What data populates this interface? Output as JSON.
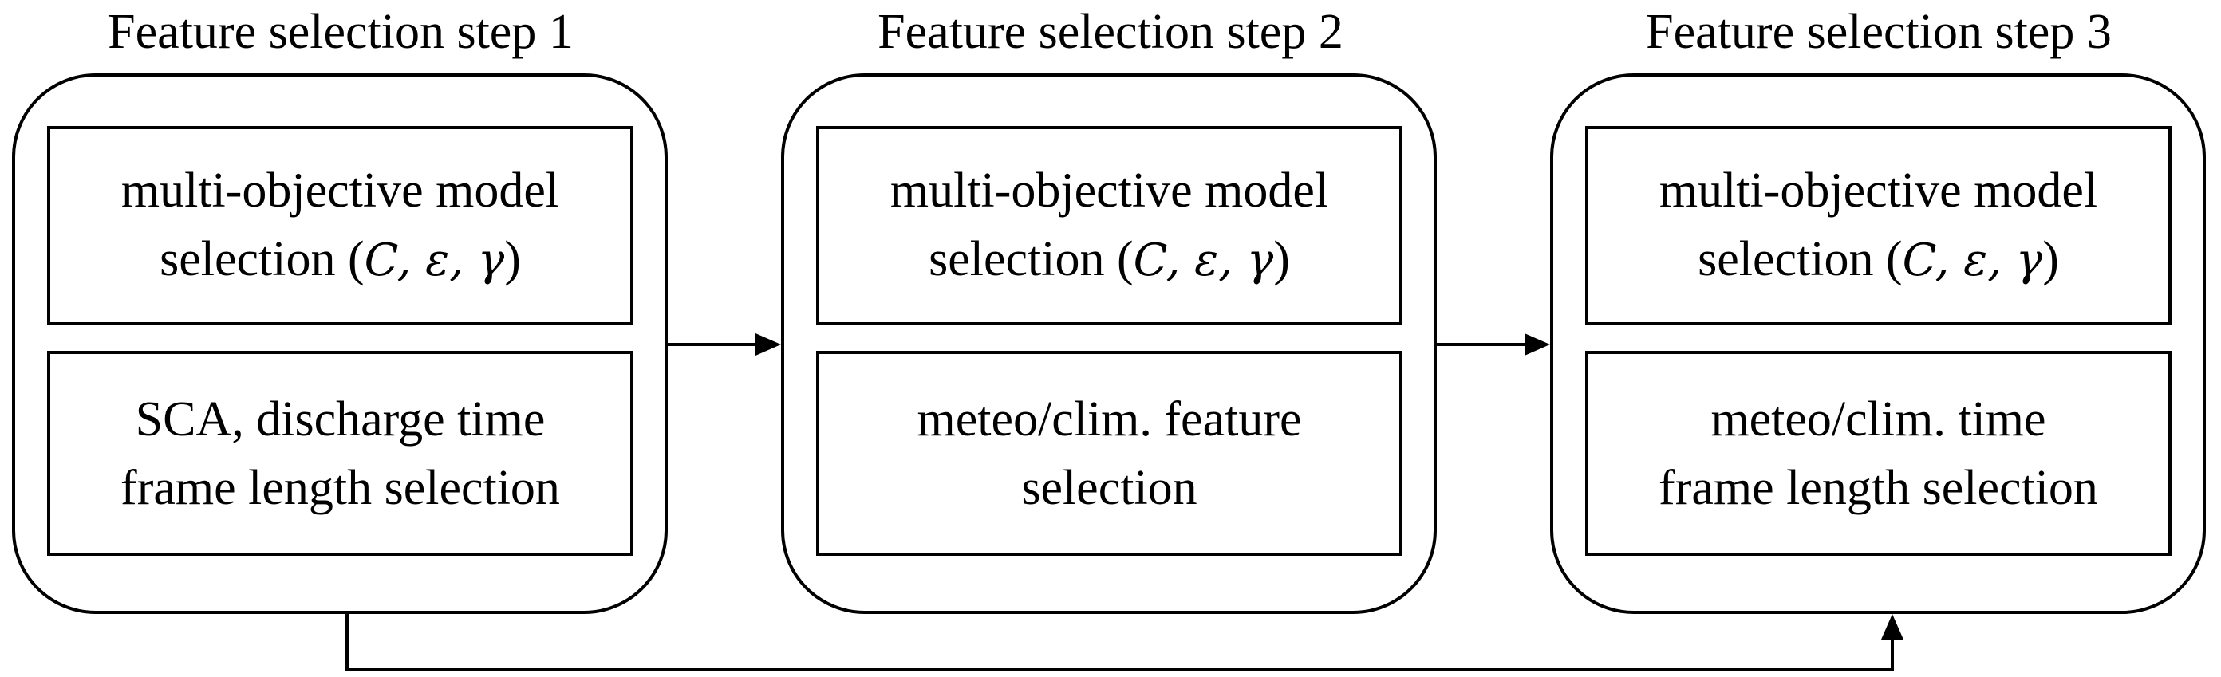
{
  "steps": [
    {
      "title": "Feature selection step 1",
      "top_box": {
        "line1": "multi-objective model",
        "line2_prefix": "selection (",
        "params": "C, ε, γ",
        "line2_suffix": ")"
      },
      "bottom_box": {
        "line1": "SCA, discharge time",
        "line2": "frame length selection"
      }
    },
    {
      "title": "Feature selection step 2",
      "top_box": {
        "line1": "multi-objective model",
        "line2_prefix": "selection (",
        "params": "C, ε, γ",
        "line2_suffix": ")"
      },
      "bottom_box": {
        "line1": "meteo/clim. feature",
        "line2": "selection"
      }
    },
    {
      "title": "Feature selection step 3",
      "top_box": {
        "line1": "multi-objective model",
        "line2_prefix": "selection (",
        "params": "C, ε, γ",
        "line2_suffix": ")"
      },
      "bottom_box": {
        "line1": "meteo/clim. time",
        "line2": "frame length selection"
      }
    }
  ],
  "colors": {
    "stroke": "#000000",
    "background": "#ffffff"
  }
}
